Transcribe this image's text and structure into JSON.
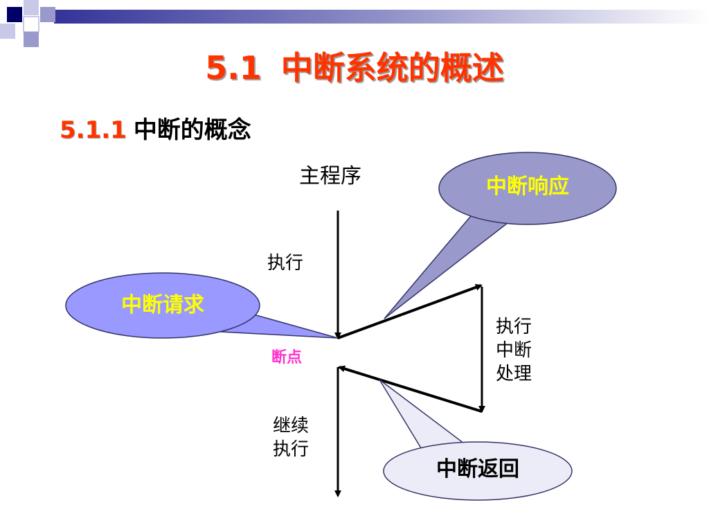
{
  "title": {
    "number": "5.1",
    "text": "中断系统的概述"
  },
  "subtitle": {
    "number": "5.1.1",
    "text": "中断的概念"
  },
  "diagram": {
    "main_program": "主程序",
    "execute": "执行",
    "breakpoint": "断点",
    "continue_line1": "继续",
    "continue_line2": "执行",
    "handler_line1": "执行",
    "handler_line2": "中断",
    "handler_line3": "处理",
    "request": "中断请求",
    "response": "中断响应",
    "return": "中断返回"
  },
  "colors": {
    "title": "#ff3300",
    "request_fill": "#9999ff",
    "response_fill": "#9999cc",
    "return_fill": "#ececf8",
    "bubble_text_yellow": "#ffff00",
    "breakpoint": "#ff33cc",
    "deco_blue": "#333399"
  }
}
